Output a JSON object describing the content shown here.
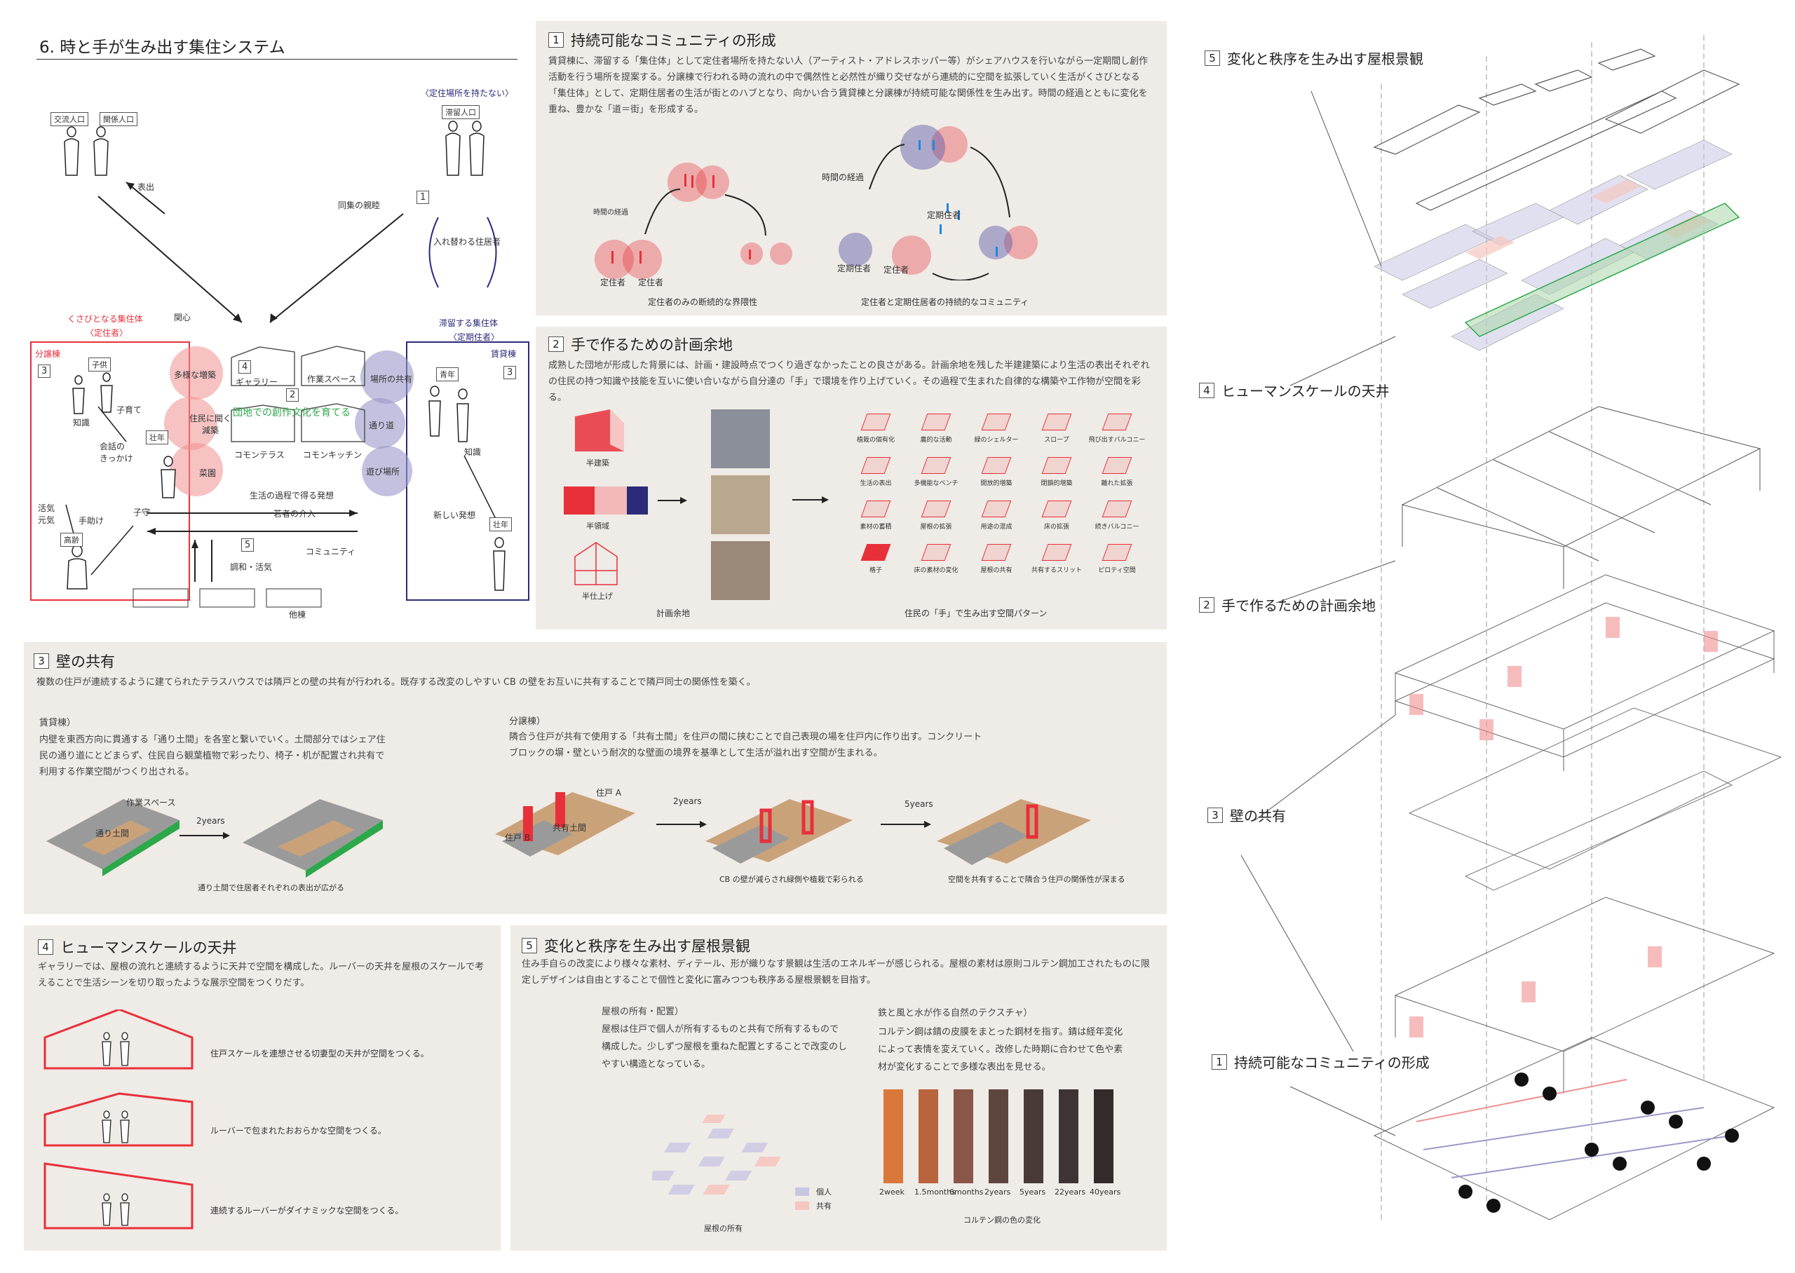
{
  "main": {
    "title": "6. 時と手が生み出す集住システム",
    "diagram": {
      "interaction": "交流人口",
      "relation": "関係人口",
      "expression": "表出",
      "no_residence": "〈定住場所を持たない〉",
      "stay_population": "滞留人口",
      "affinity": "同集の親睦",
      "swap_residents": "入れ替わる住居者",
      "interest": "関心",
      "wedge_group": "くさびとなる集住体",
      "settled": "〈定住者〉",
      "stay_group": "滞留する集住体",
      "periodic": "〈定期住者〉",
      "sale_building": "分譲棟",
      "rent_building": "賃貸棟",
      "child": "子供",
      "childcare": "子育て",
      "knowledge": "知識",
      "conversation": "会話の\nきっかけ",
      "adult": "壮年",
      "babysit": "子守",
      "vitality": "活気\n元気",
      "help": "手助け",
      "elderly": "高齢",
      "various_extension": "多様な増築",
      "resident_reduction": "住民に聞く\n減築",
      "vegetable_garden": "菜園",
      "gallery": "ギャラリー",
      "workspace": "作業スペース",
      "place_sharing": "場所の共有",
      "through_road": "通り道",
      "playground": "遊び場所",
      "common_terrace": "コモンテラス",
      "common_kitchen": "コモンキッチン",
      "creative_culture": "団地での創作文化を育てる",
      "ideas": "生活の過程で得る発想",
      "youth_intervention": "若者の介入",
      "harmony": "調和・活気",
      "community": "コミュニティ",
      "other_buildings": "他棟",
      "youth": "青年",
      "knowledge2": "知識",
      "new_idea": "新しい発想",
      "adult2": "壮年",
      "n1": "1",
      "n2": "2",
      "n3a": "3",
      "n3b": "3",
      "n4": "4",
      "n5": "5"
    }
  },
  "sec1": {
    "num": "1",
    "title": "持続可能なコミュニティの形成",
    "text": "賃貸棟に、滞留する「集住体」として定住者場所を持たない人（アーティスト・アドレスホッパー等）がシェアハウスを行いながら一定期間し創作活動を行う場所を提案する。分譲棟で行われる時の流れの中で偶然性と必然性が織り交ぜながら連続的に空間を拡張していく生活がくさびとなる「集住体」として、定期住居者の生活が街とのハブとなり、向かい合う賃貸棟と分譲棟が持続可能な関係性を生み出す。時間の経過とともに変化を重ね、豊かな「道＝街」を形成する。",
    "time_elapse1": "時間の経過",
    "settled1": "定住者",
    "settled2": "定住者",
    "caption1": "定住者のみの断続的な界隈性",
    "time_elapse2": "時間の経過",
    "periodic_c": "定期住者",
    "periodic_l": "定期住者",
    "settled3": "定住者",
    "caption2": "定住者と定期住居者の持続的なコミュニティ"
  },
  "sec2": {
    "num": "2",
    "title": "手で作るための計画余地",
    "text": "成熟した団地が形成した背景には、計画・建設時点でつくり過ぎなかったことの良さがある。計画余地を残した半建建築により生活の表出それぞれの住民の持つ知識や技能を互いに使い合いながら自分達の「手」で環境を作り上げていく。その過程で生まれた自律的な構築や工作物が空間を彩る。",
    "half_building": "半建築",
    "half_territory": "半領域",
    "half_finish": "半仕上げ",
    "plan_margin": "計画余地",
    "caption": "住民の「手」で生み出す空間パターン",
    "patterns": [
      "植栽の個有化",
      "農的な活動",
      "緑のシェルター",
      "スロープ",
      "飛び出すバルコニー",
      "生活の表出",
      "多機能なベンチ",
      "開放的増築",
      "閉鎖的増築",
      "離れた拡張",
      "素材の蓄積",
      "屋根の拡張",
      "用途の混成",
      "床の拡張",
      "続きバルコニー",
      "格子",
      "床の素材の変化",
      "屋根の共有",
      "共有するスリット",
      "ピロティ空間"
    ]
  },
  "sec3": {
    "num": "3",
    "title": "壁の共有",
    "text": "複数の住戸が連続するように建てられたテラスハウスでは隣戸との壁の共有が行われる。既存する改変のしやすい CB の壁をお互いに共有することで隣戸同士の関係性を築く。",
    "rent_head": "賃貸棟）",
    "rent_text": "内壁を東西方向に貫通する「通り土間」を各室と繋いでいく。土間部分ではシェア住民の通り道にとどまらず、住民自ら観葉植物で彩ったり、椅子・机が配置され共有で利用する作業空間がつくり出される。",
    "sale_head": "分譲棟）",
    "sale_text": "隣合う住戸が共有で使用する「共有土間」を住戸の間に挟むことで自己表現の場を住戸内に作り出す。コンクリートブロックの塀・壁という耐次的な壁面の境界を基準として生活が溢れ出す空間が生まれる。",
    "workspace": "作業スペース",
    "through_doma": "通り土間",
    "years2a": "2years",
    "caption_a": "通り土間で住居者それぞれの表出が広がる",
    "unit_a": "住戸 A",
    "shared_doma": "共有土間",
    "unit_b": "住戸 B",
    "years2b": "2years",
    "years5": "5years",
    "caption_b": "CB の壁が減らされ緑側や植栽で彩られる",
    "caption_c": "空間を共有することで隣合う住戸の関係性が深まる"
  },
  "sec4": {
    "num": "4",
    "title": "ヒューマンスケールの天井",
    "text": "ギャラリーでは、屋根の流れと連続するように天井で空間を構成した。ルーバーの天井を屋根のスケールで考えることで生活シーンを切り取ったような展示空間をつくりだす。",
    "r1": "住戸スケールを連想させる切妻型の天井が空間をつくる。",
    "r2": "ルーバーで包まれたおおらかな空間をつくる。",
    "r3": "連続するルーバーがダイナミックな空間をつくる。"
  },
  "sec5": {
    "num": "5",
    "title": "変化と秩序を生み出す屋根景観",
    "text": "住み手自らの改変により様々な素材、ディテール、形が織りなす景観は生活のエネルギーが感じられる。屋根の素材は原則コルテン鋼加工されたものに限定しデザインは自由とすることで個性と変化に富みつつも秩序ある屋根景観を目指す。",
    "own_head": "屋根の所有・配置）",
    "own_text": "屋根は住戸で個人が所有するものと共有で所有するもので構成した。少しずつ屋根を重ねた配置とすることで改変のしやすい構造となっている。",
    "legend_private": "個人",
    "legend_shared": "共有",
    "own_caption": "屋根の所有",
    "texture_head": "鉄と風と水が作る自然のテクスチャ）",
    "texture_text": "コルテン鋼は錆の皮膜をまとった鋼材を指す。錆は経年変化によって表情を変えていく。改修した時期に合わせて色や素材が変化することで多様な表出を見せる。",
    "swatch_caption": "コルテン鋼の色の変化",
    "swatches": [
      {
        "label": "2week",
        "color": "#d9783a"
      },
      {
        "label": "1.5months",
        "color": "#b8643c"
      },
      {
        "label": "6months",
        "color": "#8a5647"
      },
      {
        "label": "2years",
        "color": "#5e463f"
      },
      {
        "label": "5years",
        "color": "#493a38"
      },
      {
        "label": "22years",
        "color": "#3e3434"
      },
      {
        "label": "40years",
        "color": "#332b29"
      }
    ]
  },
  "side": {
    "l5_num": "5",
    "l5": "変化と秩序を生み出す屋根景観",
    "l4_num": "4",
    "l4": "ヒューマンスケールの天井",
    "l2_num": "2",
    "l2": "手で作るための計画余地",
    "l3_num": "3",
    "l3": "壁の共有",
    "l1_num": "1",
    "l1": "持続可能なコミュニティの形成"
  },
  "colors": {
    "panel": "#efebe6",
    "red": "#e8303a",
    "pink": "#f08f8f",
    "blue": "#2b2b7a",
    "lavender": "#9b98c9",
    "green": "#2ca84a",
    "doma": "#c9a27a"
  }
}
